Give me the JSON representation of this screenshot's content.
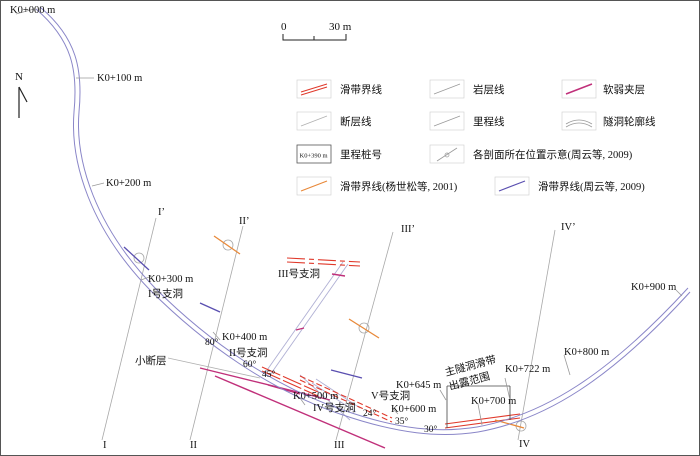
{
  "north_label": "N",
  "scale_bar": {
    "start": "0",
    "end": "30 m"
  },
  "chainage_labels": {
    "k0": "K0+000 m",
    "k100": "K0+100 m",
    "k200": "K0+200 m",
    "k300": "K0+300 m",
    "k400": "K0+400 m",
    "k500": "K0+500 m",
    "k600": "K0+600 m",
    "k645": "K0+645 m",
    "k700": "K0+700 m",
    "k722": "K0+722 m",
    "k800": "K0+800 m",
    "k900": "K0+900 m"
  },
  "section_labels": {
    "s1_top": "I’",
    "s1_bottom": "I",
    "s2_top": "II’",
    "s2_bottom": "II",
    "s3_top": "III’",
    "s3_bottom": "III",
    "s4_top": "IV’",
    "s4_bottom": "IV"
  },
  "adit_labels": {
    "adit1": "I号支洞",
    "adit2": "II号支洞",
    "adit3": "III号支洞",
    "adit4": "IV号支洞",
    "adit5": "V号支洞"
  },
  "angle_labels": {
    "a80": "80°",
    "a60": "60°",
    "a45": "45°",
    "a24": "24°",
    "a35": "35°",
    "a30": "30°"
  },
  "feature_labels": {
    "small_fault": "小断层",
    "exposure_line1": "主隧洞滑带",
    "exposure_line2": "出露范围"
  },
  "legend": {
    "slip_boundary": "滑带界线",
    "rock_layer": "岩层线",
    "soft_interlayer": "软弱夹层",
    "fault_line": "断层线",
    "chainage_line": "里程线",
    "tunnel_outline": "隧洞轮廓线",
    "stake_box_text": "K0+390 m",
    "stake_label": "里程桩号",
    "section_position": "各剖面所在位置示意(周云等, 2009)",
    "slip_yang": "滑带界线(杨世松等, 2001)",
    "slip_zhou": "滑带界线(周云等, 2009)"
  },
  "colors": {
    "tunnel": "#8a86c8",
    "slip_red": "#e0392b",
    "soft_pink": "#c0307a",
    "slip_orange": "#e8893a",
    "slip_purple": "#5a4fb0",
    "grey_line": "#9a9a9a",
    "adit": "#b8b8d8"
  }
}
